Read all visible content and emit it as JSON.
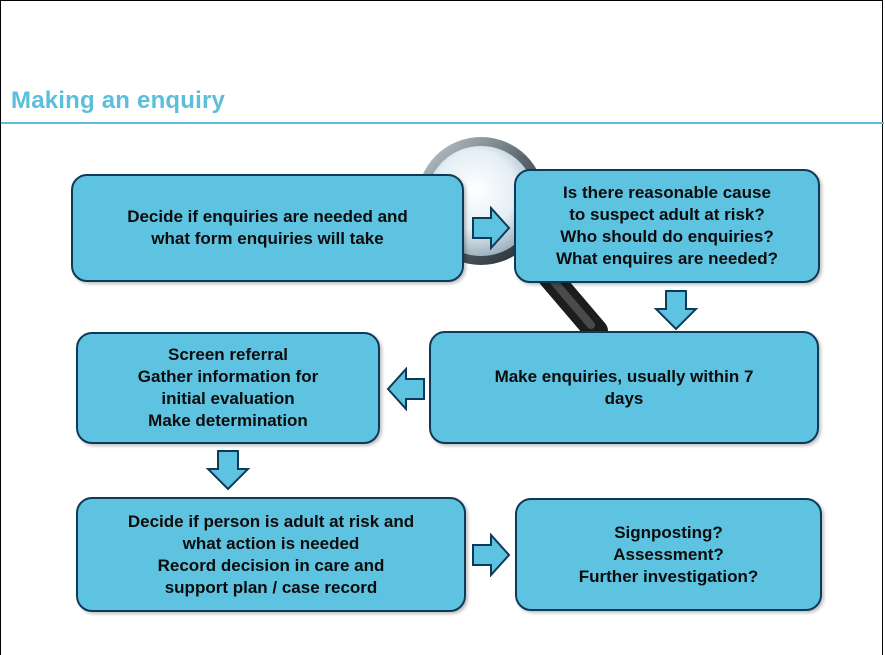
{
  "title": "Making an enquiry",
  "colors": {
    "title": "#5bbfdc",
    "box_fill": "#5ec3e0",
    "box_border": "#0e3a57"
  },
  "icons": [
    "magnifying-glass-icon",
    "arrow-right-icon",
    "arrow-down-icon",
    "arrow-left-icon"
  ],
  "boxes": {
    "decide_enquiries": "Decide if enquiries are needed and\nwhat form enquiries will take",
    "reasonable_cause": "Is there reasonable cause\nto suspect adult at risk?\nWho should do enquiries?\nWhat enquires are needed?",
    "make_enquiries": "Make enquiries, usually within 7\ndays",
    "screen_referral": "Screen referral\nGather information for\ninitial evaluation\nMake determination",
    "decide_person": "Decide if person is adult at risk and\nwhat action is needed\nRecord decision in care and\nsupport plan / case record",
    "outcomes": "Signposting?\nAssessment?\nFurther investigation?"
  }
}
